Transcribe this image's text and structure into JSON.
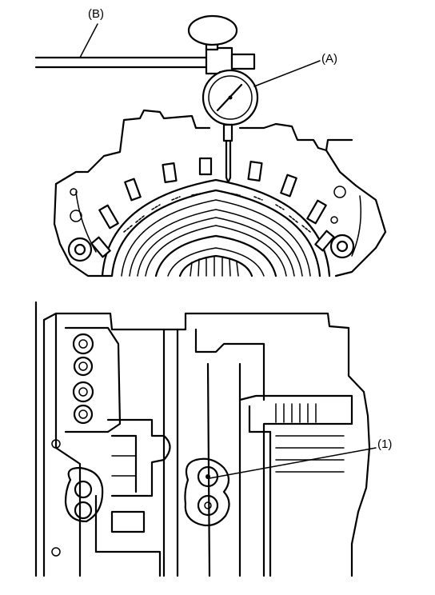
{
  "labels": {
    "rod": "(B)",
    "dial_gauge": "(A)",
    "fluid_port": "(1)"
  }
}
